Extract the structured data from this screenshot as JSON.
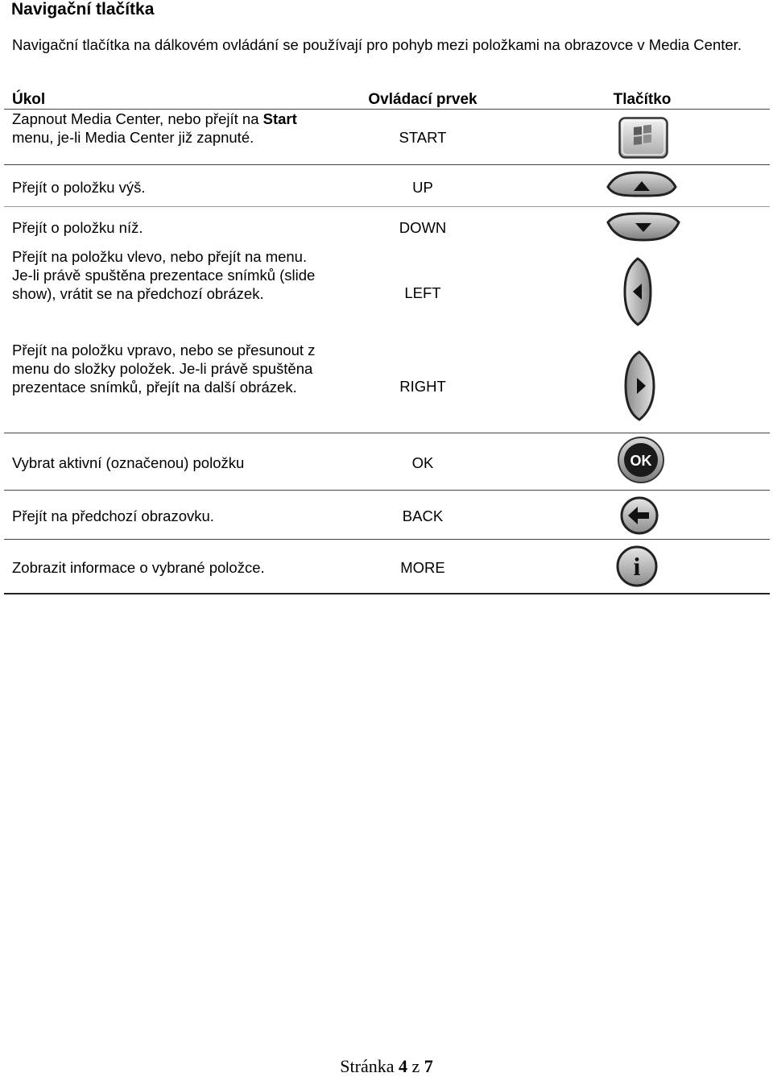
{
  "title": "Navigační tlačítka",
  "intro": "Navigační tlačítka na dálkovém ovládání se používají pro pohyb mezi položkami na obrazovce v Media Center.",
  "table": {
    "headers": {
      "task": "Úkol",
      "control": "Ovládací prvek",
      "button": "Tlačítko"
    },
    "rows": [
      {
        "task_pre": "Zapnout Media Center, nebo přejít na ",
        "task_bold": "Start",
        "task_post": " menu, je-li Media Center již zapnuté.",
        "control": "START",
        "icon": "windows-start-button-icon"
      },
      {
        "task": "Přejít o položku výš.",
        "control": "UP",
        "icon": "up-arrow-button-icon"
      },
      {
        "task": "Přejít o položku níž.",
        "control": "DOWN",
        "icon": "down-arrow-button-icon"
      },
      {
        "task": "Přejít na položku vlevo, nebo přejít na menu. Je-li právě spuštěna prezentace snímků (slide show), vrátit se na předchozí obrázek.",
        "control": "LEFT",
        "icon": "left-arrow-button-icon"
      },
      {
        "task": "Přejít na položku vpravo, nebo se přesunout z menu do složky položek. Je-li právě spuštěna prezentace snímků, přejít na další obrázek.",
        "control": "RIGHT",
        "icon": "right-arrow-button-icon"
      },
      {
        "task": "Vybrat aktivní (označenou) položku",
        "control": "OK",
        "icon": "ok-button-icon",
        "icon_text": "OK"
      },
      {
        "task": "Přejít na předchozí obrazovku.",
        "control": "BACK",
        "icon": "back-arrow-button-icon"
      },
      {
        "task": "Zobrazit informace o vybrané položce.",
        "control": "MORE",
        "icon": "info-button-icon",
        "icon_text": "i"
      }
    ]
  },
  "footer": {
    "prefix": "Stránka",
    "page": "4",
    "middle": "z",
    "total": "7"
  }
}
